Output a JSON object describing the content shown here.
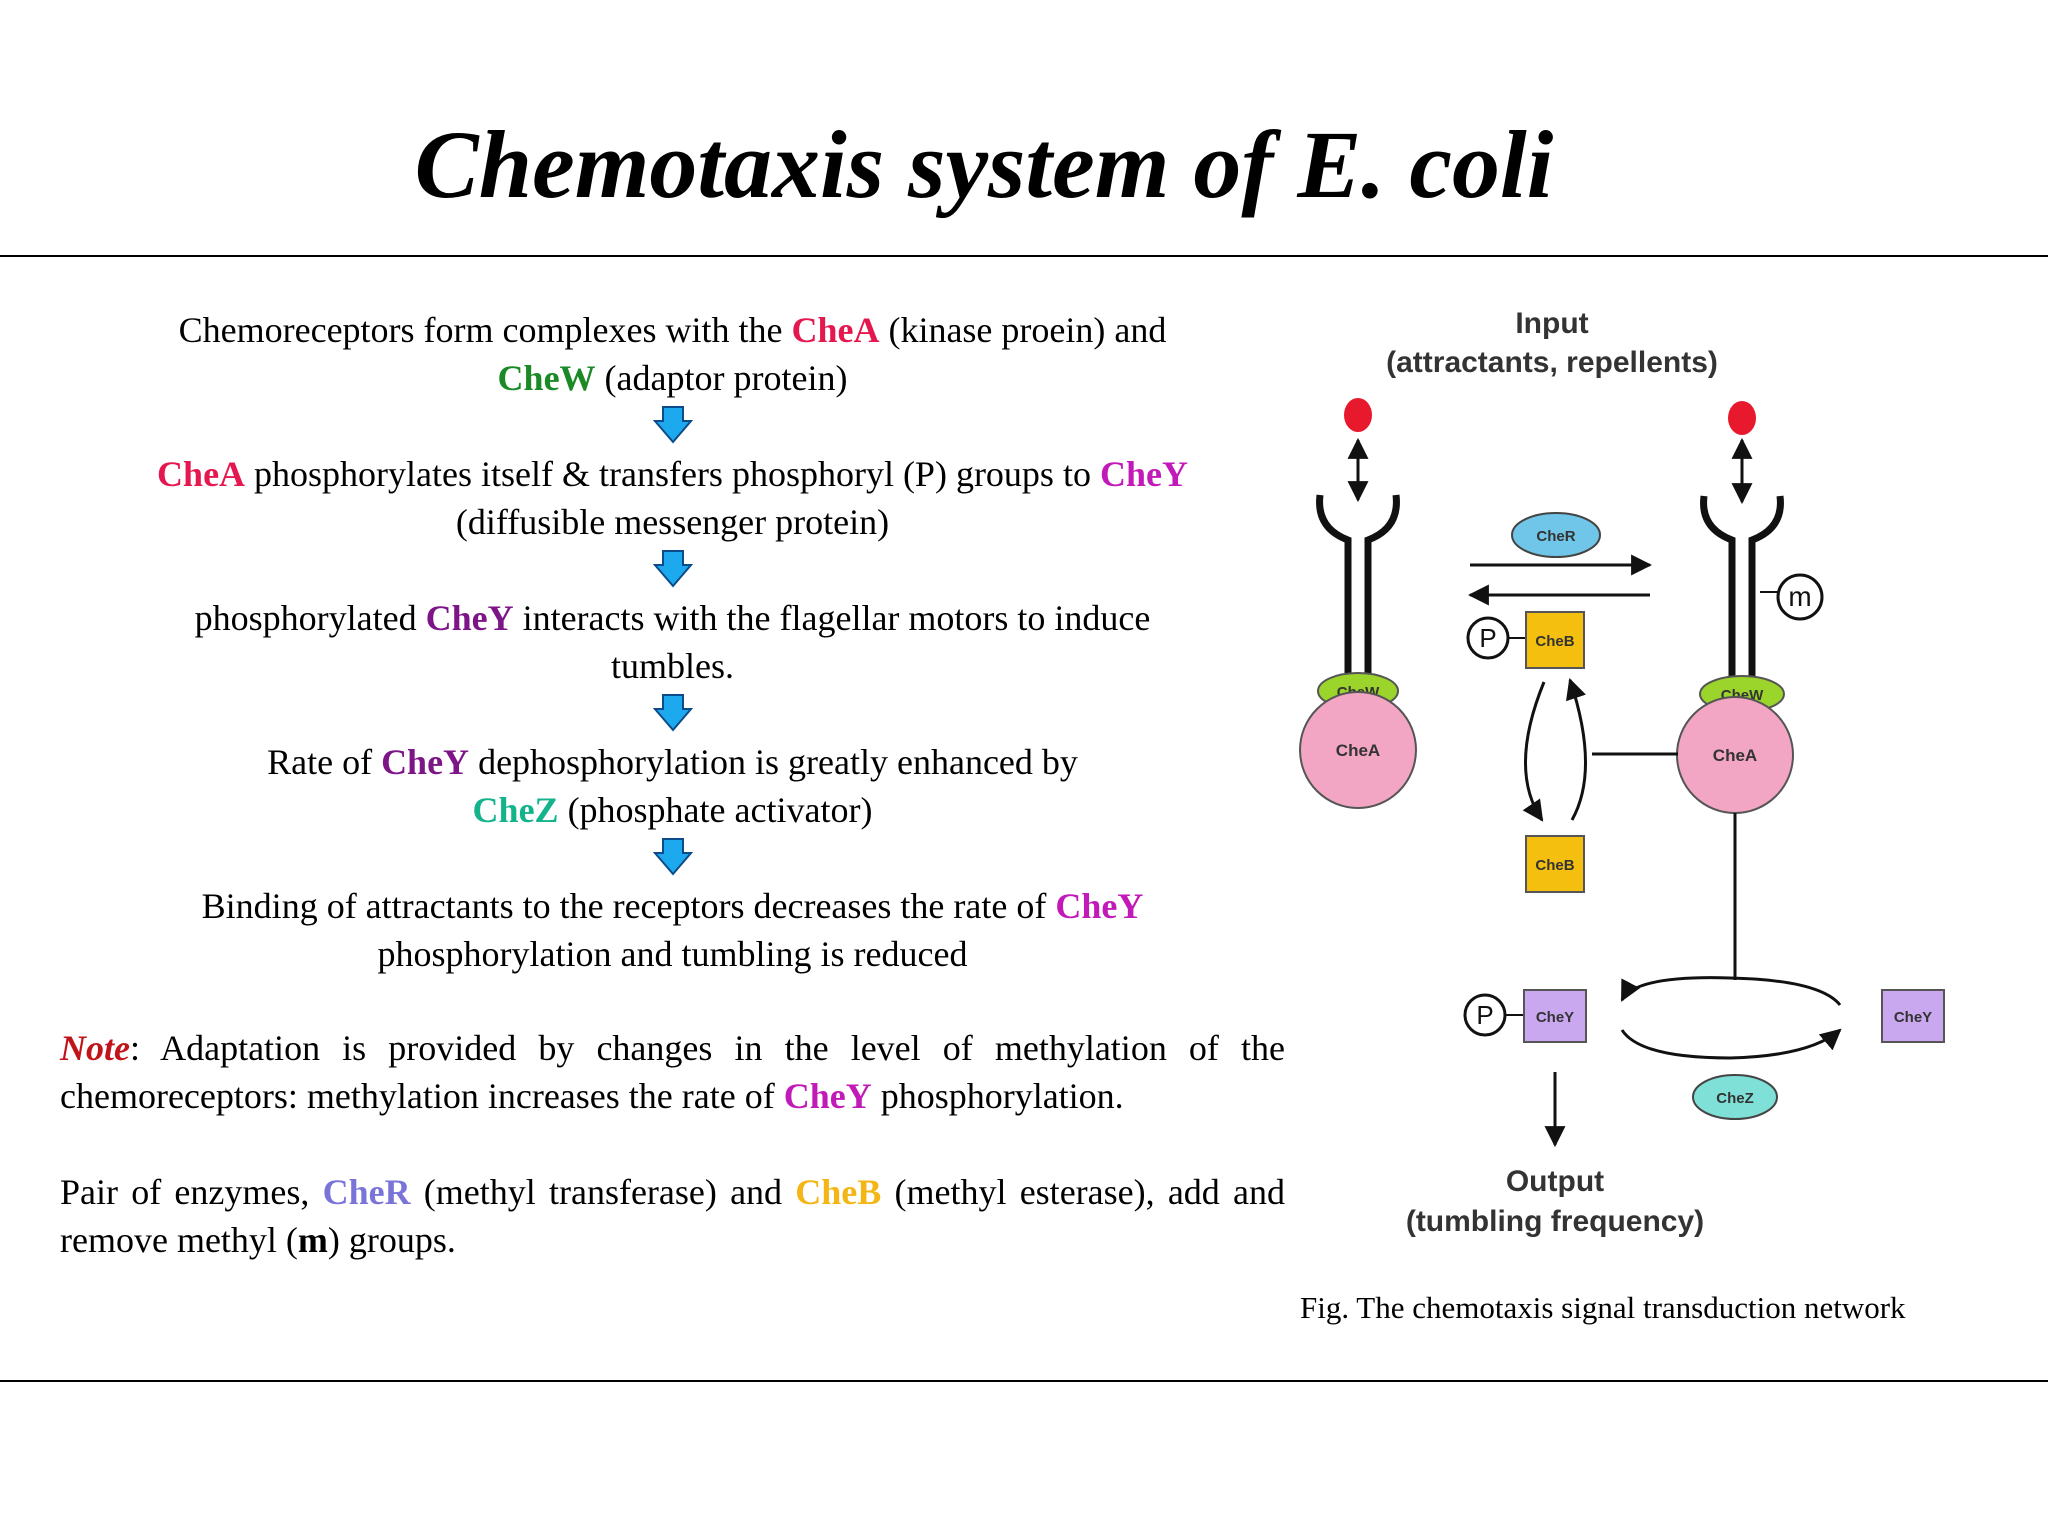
{
  "title": "Chemotaxis system of E. coli",
  "steps": [
    {
      "l1a": "Chemoreceptors form complexes with the ",
      "l1b": "CheA",
      "l1c": " (kinase proein) and",
      "l2a": "CheW",
      "l2b": " (adaptor protein)"
    },
    {
      "l1a": "CheA",
      "l1b": " phosphorylates itself & transfers phosphoryl (P) groups to ",
      "l1c": "CheY",
      "l2a": "(diffusible messenger protein)"
    },
    {
      "l1a": "phosphorylated  ",
      "l1b": "CheY",
      "l1c": " interacts with the flagellar motors to induce",
      "l2a": "tumbles."
    },
    {
      "l1a": "Rate of ",
      "l1b": "CheY",
      "l1c": " dephosphorylation is greatly enhanced by",
      "l2a": "CheZ",
      "l2b": " (phosphate activator)"
    },
    {
      "l1a": "Binding of attractants to the receptors decreases the rate of ",
      "l1b": "CheY",
      "l2a": "phosphorylation and tumbling is reduced"
    }
  ],
  "note": {
    "label": "Note",
    "t1": ": Adaptation is provided by changes in the level of methylation of the chemoreceptors: methylation increases the rate of ",
    "chey": "CheY",
    "t2": " phosphorylation."
  },
  "pair": {
    "t1": "Pair of enzymes, ",
    "cher": "CheR",
    "t2": " (methyl transferase) and ",
    "cheb": "CheB",
    "t3": " (methyl esterase), add and remove methyl (",
    "m": "m",
    "t4": ") groups."
  },
  "diagram": {
    "input_label": "Input",
    "input_sub": "(attractants, repellents)",
    "output_label": "Output",
    "output_sub": "(tumbling frequency)",
    "cher": "CheR",
    "cheb": "CheB",
    "chew": "CheW",
    "chea": "CheA",
    "chey": "CheY",
    "chez": "CheZ",
    "p": "P",
    "m": "m"
  },
  "caption": "Fig. The chemotaxis signal transduction network",
  "colors": {
    "chea": "#e5174f",
    "chew": "#1b8a26",
    "chey": "#c21ab8",
    "chez": "#13b48c",
    "cher": "#7b74d8",
    "cheb": "#f3b614",
    "note": "#c0141a",
    "arrow_fill": "#1da9ee",
    "cheA_node": "#f3a6c3",
    "cheW_node": "#9bd42a",
    "cheR_node": "#6fc6e8",
    "cheB_node": "#f5bf10",
    "cheY_node": "#c9a8f0",
    "ligand": "#e8192c"
  },
  "icons": [
    "down-arrow-icon"
  ]
}
